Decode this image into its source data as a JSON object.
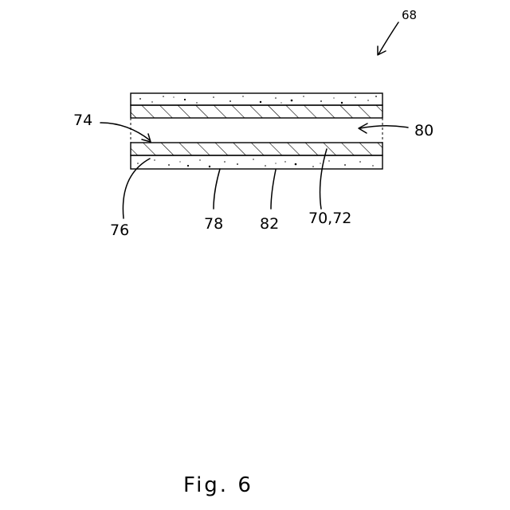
{
  "figure": {
    "caption": "Fig. 6",
    "reference_numerals": {
      "assembly": "68",
      "inner_surface": "74",
      "interface": "76",
      "substrate_layer": "78",
      "gap": "80",
      "outer_surface": "82",
      "hatched_layer": "70,72"
    }
  }
}
